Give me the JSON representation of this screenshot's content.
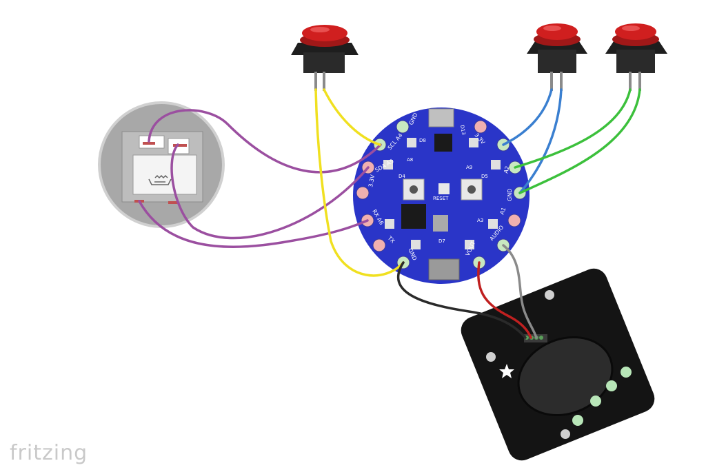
{
  "watermark": "fritzing",
  "board": {
    "pins": {
      "gnd_top": "GND",
      "scl_a4": "SCL A4",
      "sda_a5": "SDA A5",
      "v33_left": "3.3V",
      "rx_a6": "RX A6",
      "tx": "TX",
      "gnd_bottom": "GND",
      "vout": "VOUT",
      "audio": "AUDIO",
      "a1": "A1",
      "a2": "A2",
      "gnd_right": "GND",
      "v33_right": "3.3V"
    },
    "labels": {
      "d13": "D13",
      "d8": "D8",
      "a8": "A8",
      "a9": "A9",
      "d4": "D4",
      "d5": "D5",
      "reset": "RESET",
      "a3": "A3",
      "d7": "D7"
    }
  },
  "wire_colors": {
    "purple": "#9b4fa0",
    "yellow": "#f0e020",
    "blue": "#3a7fd0",
    "green": "#3cc03c",
    "black": "#2a2a2a",
    "red": "#c02020",
    "gray": "#8a8a8a"
  },
  "colors": {
    "board_blue": "#2a35c8",
    "button_red": "#d01f1f",
    "speaker_board": "#141414"
  }
}
